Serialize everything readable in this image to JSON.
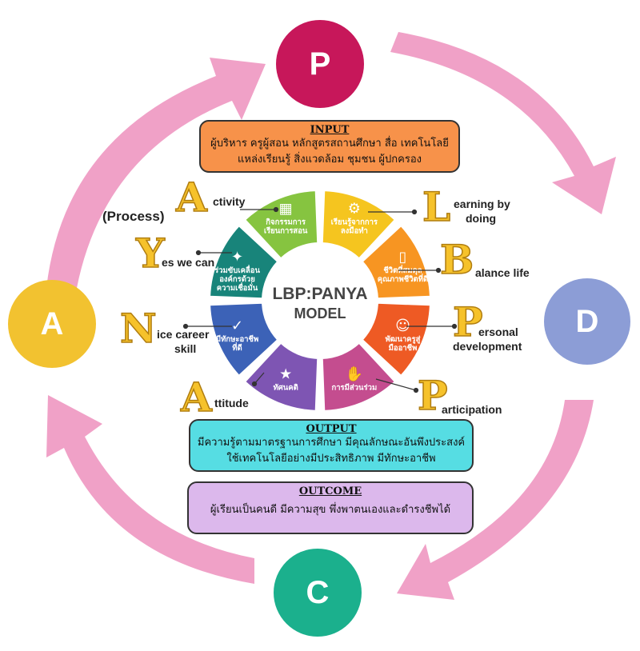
{
  "pdca": {
    "p": {
      "label": "P",
      "color": "#c7175a"
    },
    "d": {
      "label": "D",
      "color": "#8c9dd6"
    },
    "c": {
      "label": "C",
      "color": "#1bb08d"
    },
    "a": {
      "label": "A",
      "color": "#f2c230"
    }
  },
  "input_box": {
    "heading": "INPUT",
    "line1": "ผู้บริหาร ครูผู้สอน หลักสูตรสถานศึกษา สื่อ เทคโนโลยี",
    "line2": "แหล่งเรียนรู้ สิ่งแวดล้อม ชุมชน ผู้ปกครอง",
    "color": "#f7924a"
  },
  "output_box": {
    "heading": "OUTPUT",
    "line1": "มีความรู้ตามมาตรฐานการศึกษา มีคุณลักษณะอันพึงประสงค์",
    "line2": "ใช้เทคโนโลยีอย่างมีประสิทธิภาพ มีทักษะอาชีพ",
    "color": "#56dde3"
  },
  "outcome_box": {
    "heading": "OUTCOME",
    "line1": "ผู้เรียนเป็นคนดี มีความสุข พึ่งพาตนเองและดำรงชีพได้",
    "color": "#dcb8ec"
  },
  "center": {
    "title": "LBP:PANYA",
    "subtitle": "MODEL"
  },
  "process_label": "(Process)",
  "segments": [
    {
      "text1": "กิจกรรมการ",
      "text2": "เรียนการสอน",
      "color": "#86c440",
      "icon": "classroom-icon"
    },
    {
      "text1": "เรียนรู้จากการ",
      "text2": "ลงมือทำ",
      "color": "#f5c51f",
      "icon": "gears-hand-icon"
    },
    {
      "text1": "ชีวิตที่สมดุล",
      "text2": "คุณภาพชีวิตที่ดี",
      "color": "#f79522",
      "icon": "phone-balance-icon"
    },
    {
      "text1": "พัฒนาครูสู่",
      "text2": "มืออาชีพ",
      "color": "#ee5a24",
      "icon": "team-icon"
    },
    {
      "text1": "การมีส่วนร่วม",
      "text2": "",
      "color": "#c44d8f",
      "icon": "hands-icon"
    },
    {
      "text1": "ทัศนคติ",
      "text2": "",
      "color": "#7e55b3",
      "icon": "thumbs-up-icon"
    },
    {
      "text1": "มีทักษะอาชีพ",
      "text2": "ที่ดี",
      "color": "#3c62b7",
      "icon": "shield-check-icon"
    },
    {
      "text1": "ร่วมขับเคลื่อน",
      "text2": "องค์กรด้วย",
      "text3": "ความเชื่อมั่น",
      "color": "#18847a",
      "icon": "lightbulb-icon"
    }
  ],
  "left_words": [
    {
      "letter": "A",
      "rest": "ctivity"
    },
    {
      "letter": "Y",
      "rest": "es we can"
    },
    {
      "letter": "N",
      "rest": "ice career",
      "rest2": "skill"
    },
    {
      "letter": "A",
      "rest": "ttitude"
    }
  ],
  "right_words": [
    {
      "letter": "L",
      "rest": "earning by",
      "rest2": "doing"
    },
    {
      "letter": "B",
      "rest": "alance life"
    },
    {
      "letter": "P",
      "rest": "ersonal",
      "rest2": "development"
    },
    {
      "letter": "P",
      "rest": "articipation"
    }
  ],
  "arrow_color": "#f0a1c7"
}
